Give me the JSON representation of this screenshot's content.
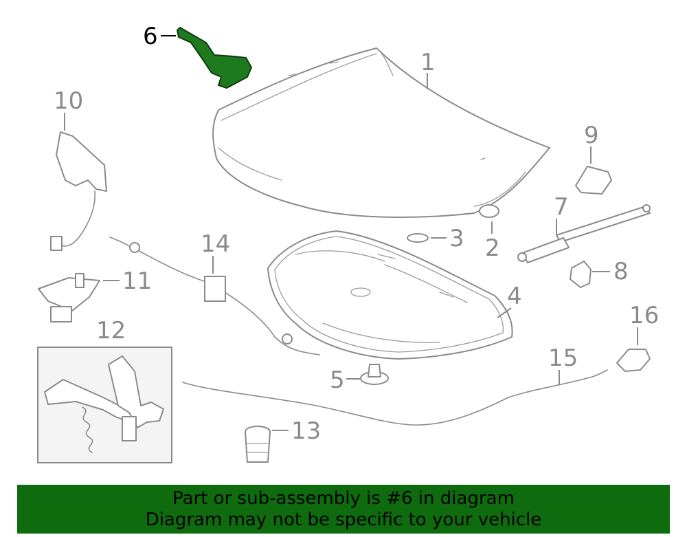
{
  "callouts": {
    "c1": "1",
    "c2": "2",
    "c3": "3",
    "c4": "4",
    "c5": "5",
    "c6": "6",
    "c7": "7",
    "c8": "8",
    "c9": "9",
    "c10": "10",
    "c11": "11",
    "c12": "12",
    "c13": "13",
    "c14": "14",
    "c15": "15",
    "c16": "16"
  },
  "highlighted_part": "6",
  "colors": {
    "highlight": "#1e7a1e",
    "banner": "#0e6b0e",
    "line": "#8a8a8a"
  },
  "banner": {
    "line1": "Part or sub-assembly is #6 in diagram",
    "line2": "Diagram may not be specific to your vehicle"
  }
}
